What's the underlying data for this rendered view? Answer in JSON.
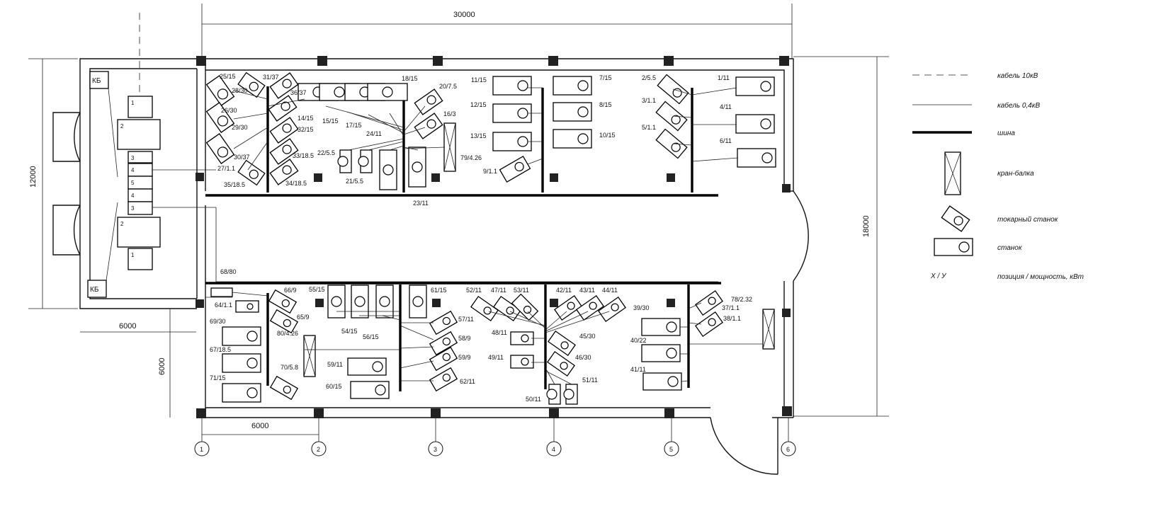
{
  "dimensions": {
    "width_total": "30000",
    "height_left": "12000",
    "height_right": "18000",
    "bay_left": "6000",
    "bay_bottom": "6000",
    "bay_vertical": "6000"
  },
  "axes": [
    "1",
    "2",
    "3",
    "4",
    "5",
    "6"
  ],
  "substation": {
    "kb_top": "КБ",
    "kb_bottom": "КБ",
    "panels": [
      "1",
      "2",
      "3",
      "4",
      "5",
      "4",
      "3",
      "2",
      "1"
    ]
  },
  "legend": [
    {
      "symbol": "dashed-line",
      "label": "кабель 10кВ"
    },
    {
      "symbol": "thin-line",
      "label": "кабель 0,4кВ"
    },
    {
      "symbol": "thick-line",
      "label": "шина"
    },
    {
      "symbol": "crane-box",
      "label": "кран-балка"
    },
    {
      "symbol": "lathe-icon",
      "label": "токарный станок"
    },
    {
      "symbol": "machine-icon",
      "label": "станок"
    },
    {
      "symbol": "xy-text",
      "label": "позиция / мощность, кВт",
      "key": "X / У"
    }
  ],
  "labels": [
    "25/15",
    "31/37",
    "28/30",
    "36/37",
    "26/30",
    "14/15",
    "15/15",
    "17/15",
    "29/30",
    "32/15",
    "30/37",
    "33/18.5",
    "27/1.1",
    "35/18.5",
    "34/18.5",
    "18/15",
    "20/7.5",
    "16/3",
    "24/11",
    "22/5.5",
    "21/5.5",
    "79/4.26",
    "23/11",
    "11/15",
    "12/15",
    "13/15",
    "7/15",
    "8/15",
    "10/15",
    "9/1.1",
    "2/5.5",
    "3/1.1",
    "5/1.1",
    "1/11",
    "4/11",
    "6/11",
    "68/80",
    "66/9",
    "64/1.1",
    "65/9",
    "69/30",
    "80/4.26",
    "67/18.5",
    "70/5.8",
    "71/15",
    "55/15",
    "54/15",
    "56/15",
    "59/11",
    "60/15",
    "61/15",
    "57/11",
    "58/9",
    "59/9",
    "62/11",
    "52/11",
    "47/11",
    "53/11",
    "48/11",
    "49/11",
    "42/11",
    "43/11",
    "44/11",
    "45/30",
    "46/30",
    "51/11",
    "50/11",
    "39/30",
    "40/22",
    "41/11",
    "78/2.32",
    "37/1.1",
    "38/1.1"
  ]
}
